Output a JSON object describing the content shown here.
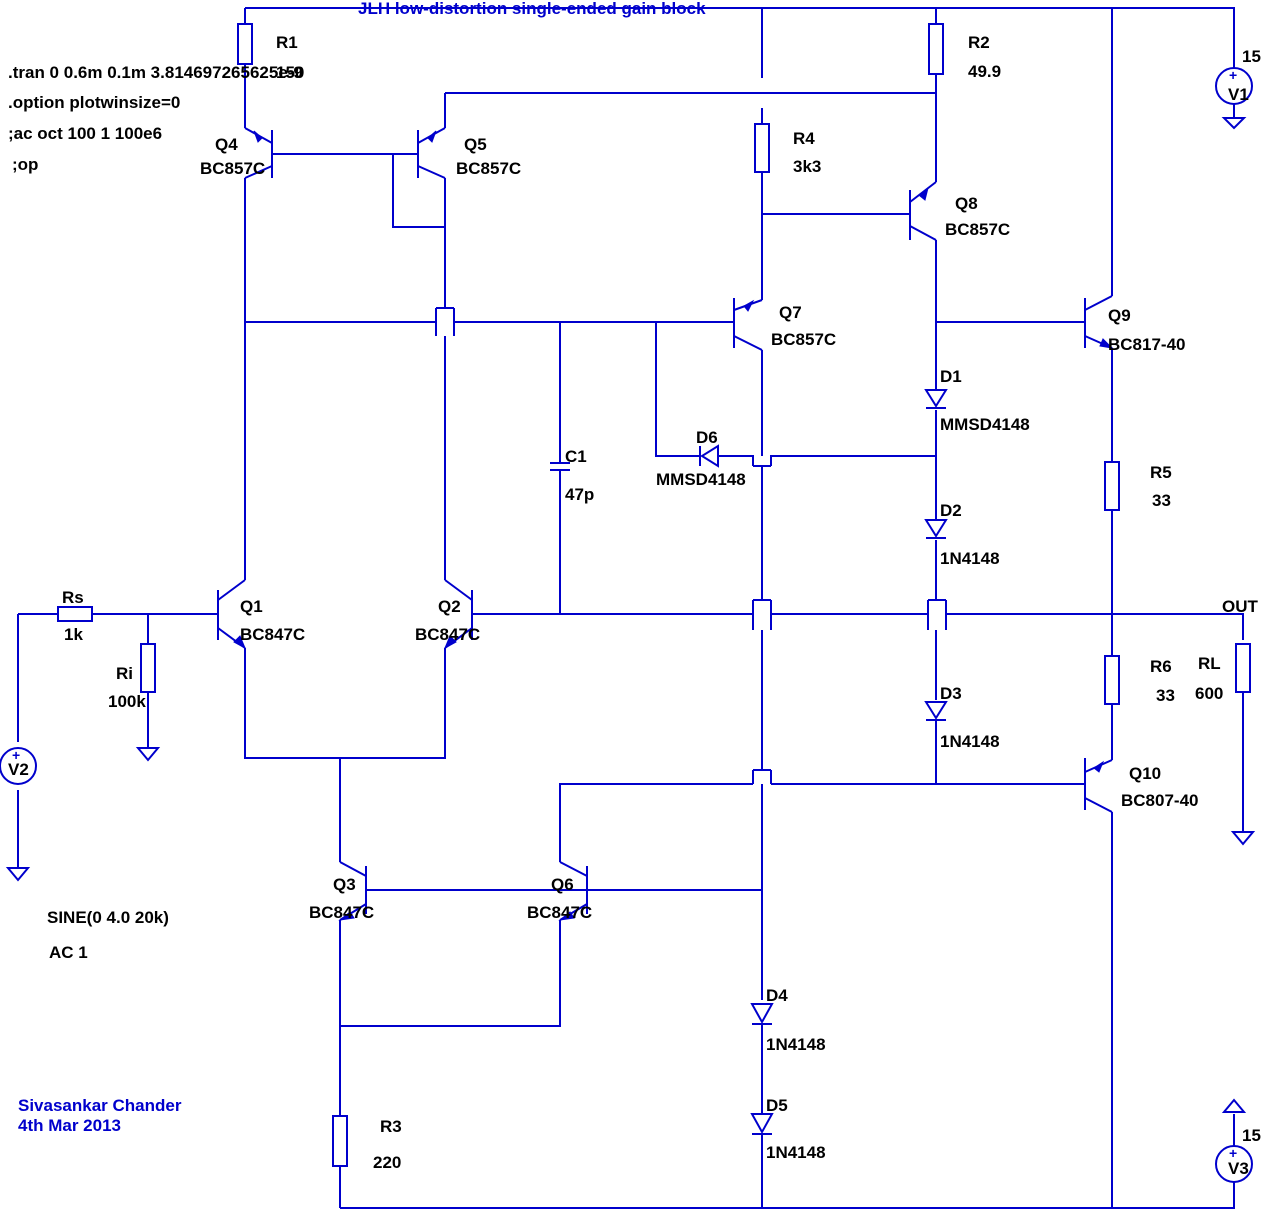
{
  "title": "JLH low-distortion single-ended gain block",
  "directives": [
    ".tran 0 0.6m 0.1m 3.814697265625e-9",
    ".option plotwinsize=0",
    ";ac oct 100 1 100e6",
    ";op"
  ],
  "source_v2": {
    "wave": "SINE(0 4.0 20k)",
    "ac": "AC 1"
  },
  "author": "Sivasankar Chander",
  "date": "4th Mar 2013",
  "net_labels": {
    "out": "OUT"
  },
  "supplies": {
    "v1": {
      "name": "V1",
      "value": "15"
    },
    "v2": {
      "name": "V2"
    },
    "v3": {
      "name": "V3",
      "value": "15"
    }
  },
  "resistors": {
    "r1": {
      "name": "R1",
      "value": "150"
    },
    "r2": {
      "name": "R2",
      "value": "49.9"
    },
    "r3": {
      "name": "R3",
      "value": "220"
    },
    "r4": {
      "name": "R4",
      "value": "3k3"
    },
    "r5": {
      "name": "R5",
      "value": "33"
    },
    "r6": {
      "name": "R6",
      "value": "33"
    },
    "rs": {
      "name": "Rs",
      "value": "1k"
    },
    "ri": {
      "name": "Ri",
      "value": "100k"
    },
    "rl": {
      "name": "RL",
      "value": "600"
    }
  },
  "capacitors": {
    "c1": {
      "name": "C1",
      "value": "47p"
    }
  },
  "transistors": {
    "q1": {
      "name": "Q1",
      "part": "BC847C"
    },
    "q2": {
      "name": "Q2",
      "part": "BC847C"
    },
    "q3": {
      "name": "Q3",
      "part": "BC847C"
    },
    "q4": {
      "name": "Q4",
      "part": "BC857C"
    },
    "q5": {
      "name": "Q5",
      "part": "BC857C"
    },
    "q6": {
      "name": "Q6",
      "part": "BC847C"
    },
    "q7": {
      "name": "Q7",
      "part": "BC857C"
    },
    "q8": {
      "name": "Q8",
      "part": "BC857C"
    },
    "q9": {
      "name": "Q9",
      "part": "BC817-40"
    },
    "q10": {
      "name": "Q10",
      "part": "BC807-40"
    }
  },
  "diodes": {
    "d1": {
      "name": "D1",
      "part": "MMSD4148"
    },
    "d2": {
      "name": "D2",
      "part": "1N4148"
    },
    "d3": {
      "name": "D3",
      "part": "1N4148"
    },
    "d4": {
      "name": "D4",
      "part": "1N4148"
    },
    "d5": {
      "name": "D5",
      "part": "1N4148"
    },
    "d6": {
      "name": "D6",
      "part": "MMSD4148"
    }
  },
  "colors": {
    "wire": "#0000cc",
    "label": "#000000",
    "annotation": "#0000cc",
    "background": "#ffffff"
  }
}
